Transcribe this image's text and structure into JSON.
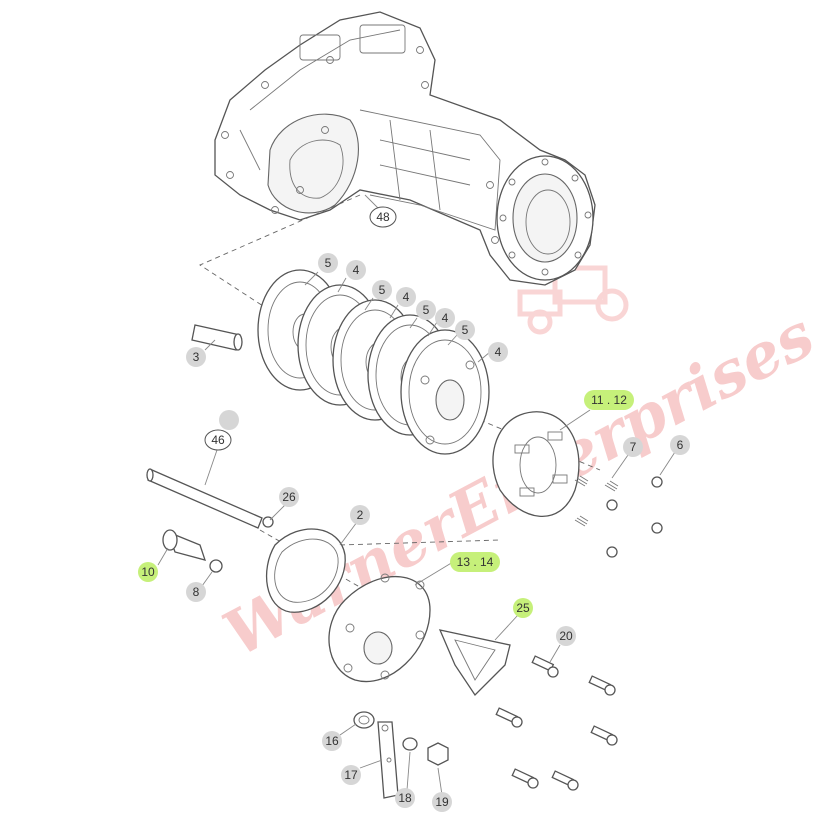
{
  "watermark": {
    "text": "WarnerEnterprises",
    "color": "#f2a3a3"
  },
  "highlight_color": "#c6f07a",
  "callouts": [
    {
      "id": "c48",
      "label": "48",
      "style": "outline"
    },
    {
      "id": "c5a",
      "label": "5",
      "style": "grey"
    },
    {
      "id": "c4a",
      "label": "4",
      "style": "grey"
    },
    {
      "id": "c5b",
      "label": "5",
      "style": "grey"
    },
    {
      "id": "c4b",
      "label": "4",
      "style": "grey"
    },
    {
      "id": "c5c",
      "label": "5",
      "style": "grey"
    },
    {
      "id": "c4c",
      "label": "4",
      "style": "grey"
    },
    {
      "id": "c5d",
      "label": "5",
      "style": "grey"
    },
    {
      "id": "c4d",
      "label": "4",
      "style": "grey"
    },
    {
      "id": "c3",
      "label": "3",
      "style": "grey"
    },
    {
      "id": "c1112",
      "label": "11 . 12",
      "style": "highlight"
    },
    {
      "id": "cblank",
      "label": "",
      "style": "grey"
    },
    {
      "id": "c46",
      "label": "46",
      "style": "outline"
    },
    {
      "id": "c7",
      "label": "7",
      "style": "grey"
    },
    {
      "id": "c6",
      "label": "6",
      "style": "grey"
    },
    {
      "id": "c26",
      "label": "26",
      "style": "grey"
    },
    {
      "id": "c2",
      "label": "2",
      "style": "grey"
    },
    {
      "id": "c1314",
      "label": "13 . 14",
      "style": "highlight"
    },
    {
      "id": "c10",
      "label": "10",
      "style": "highlight"
    },
    {
      "id": "c8",
      "label": "8",
      "style": "grey"
    },
    {
      "id": "c25",
      "label": "25",
      "style": "highlight"
    },
    {
      "id": "c20",
      "label": "20",
      "style": "grey"
    },
    {
      "id": "c16",
      "label": "16",
      "style": "grey"
    },
    {
      "id": "c17",
      "label": "17",
      "style": "grey"
    },
    {
      "id": "c18",
      "label": "18",
      "style": "grey"
    },
    {
      "id": "c19",
      "label": "19",
      "style": "grey"
    }
  ]
}
